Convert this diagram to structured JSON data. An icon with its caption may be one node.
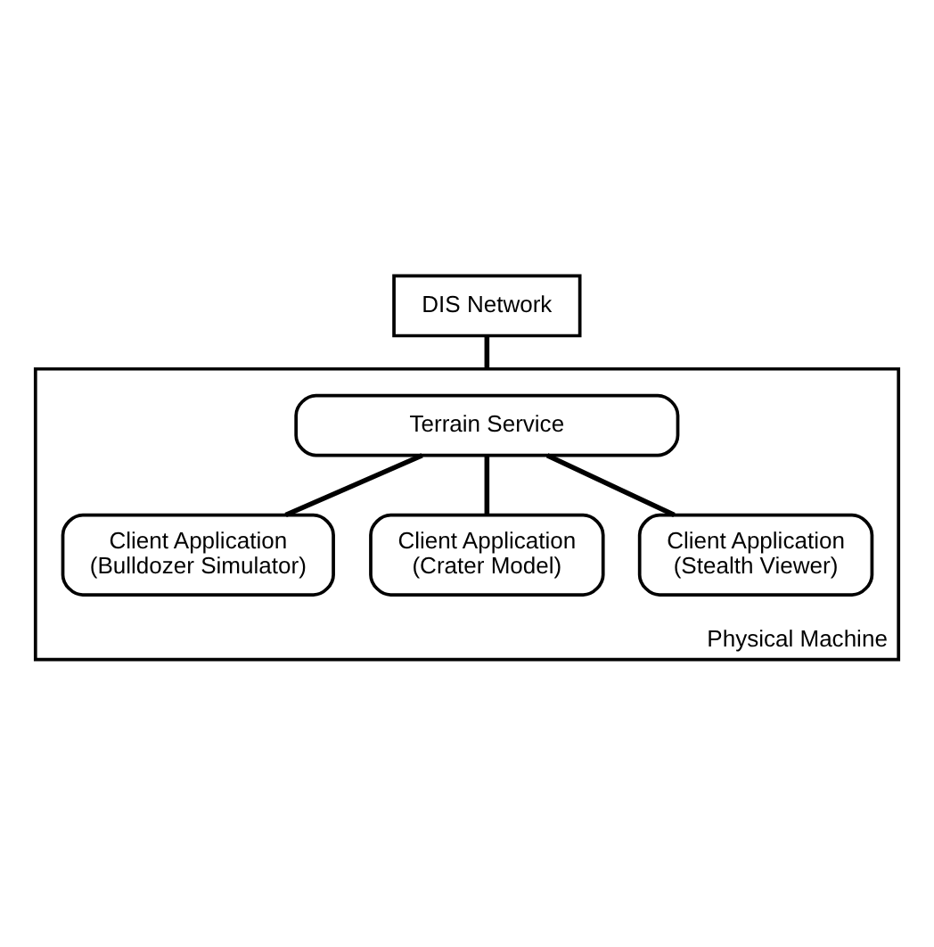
{
  "diagram": {
    "nodes": [
      {
        "text": [
          "DIS Network"
        ]
      },
      {
        "text": [
          "Physical Machine"
        ]
      },
      {
        "text": [
          "Terrain Service"
        ],
        "in": 1
      },
      {
        "text": [
          "Client Application (Stealth Viewer)"
        ],
        "in": 1
      },
      {
        "text": [
          "Client Application (Crater Model)"
        ],
        "in": 1
      },
      {
        "text": [
          "Client Application (Bulldozer Simulator)"
        ],
        "in": 1
      }
    ],
    "edges": [
      {
        "from": 0,
        "to": 1,
        "arrow": "none"
      },
      {
        "from": 2,
        "to": 3,
        "arrow": "none"
      },
      {
        "from": 2,
        "to": 4,
        "arrow": "none"
      },
      {
        "from": 2,
        "to": 5,
        "arrow": "none"
      }
    ]
  }
}
